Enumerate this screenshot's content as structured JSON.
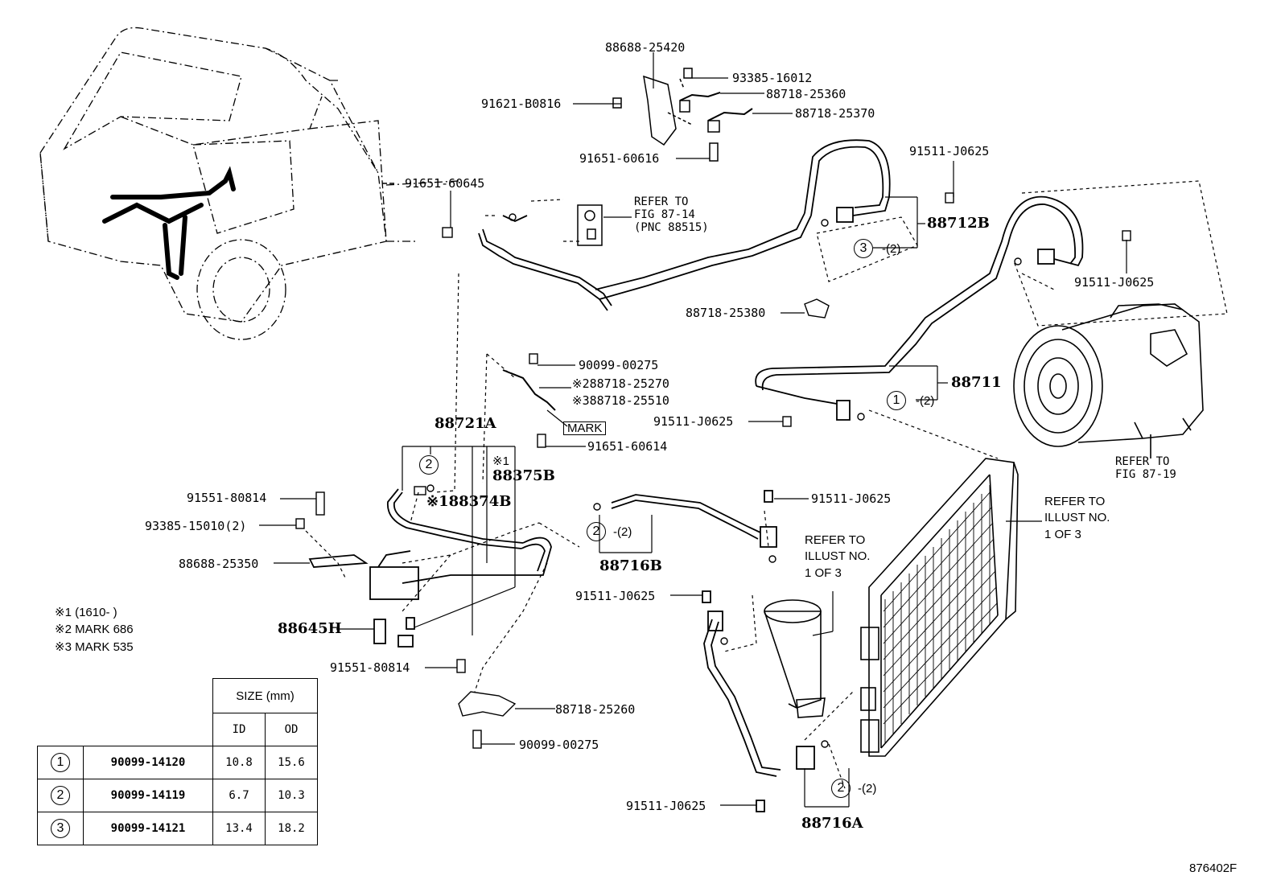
{
  "labels": {
    "p88688_25420": "88688-25420",
    "p93385_16012": "93385-16012",
    "p91621_b0816": "91621-B0816",
    "p88718_25360": "88718-25360",
    "p88718_25370": "88718-25370",
    "p91651_60616": "91651-60616",
    "p91511_j0625_a": "91511-J0625",
    "p91651_60645": "91651-60645",
    "refer_87_14": [
      "REFER TO",
      "FIG 87-14",
      "(PNC 88515)"
    ],
    "p88712b": "88712B",
    "circ3": "3",
    "qty2_a": "-(2)",
    "p91511_j0625_b": "91511-J0625",
    "p88718_25380": "88718-25380",
    "p90099_00275_a": "90099-00275",
    "p88718_25270": "※288718-25270",
    "p88718_25510": "※388718-25510",
    "mark": "MARK",
    "p88711": "88711",
    "circ1": "1",
    "qty2_b": "-(2)",
    "p91511_j0625_c": "91511-J0625",
    "p91651_60614": "91651-60614",
    "p88721a": "88721A",
    "circ2_a": "2",
    "star1": "※1",
    "p88375b": "88375B",
    "refer_87_19": [
      "REFER TO",
      "FIG 87-19"
    ],
    "p91551_80814_a": "91551-80814",
    "p88374b": "※188374B",
    "p93385_15010": "93385-15010(2)",
    "p91511_j0625_d": "91511-J0625",
    "refer_illust_a": [
      "REFER TO",
      "ILLUST NO.",
      "1 OF 3"
    ],
    "circ2_b": "2",
    "qty2_c": "-(2)",
    "p88688_25350": "88688-25350",
    "refer_illust_b": [
      "REFER TO",
      "ILLUST NO.",
      "1 OF 3"
    ],
    "p88716b": "88716B",
    "p91511_j0625_e": "91511-J0625",
    "p88645h": "88645H",
    "p91551_80814_b": "91551-80814",
    "p88718_25260": "88718-25260",
    "p90099_00275_b": "90099-00275",
    "circ2_c": "2",
    "qty2_d": "-(2)",
    "p91511_j0625_f": "91511-J0625",
    "p88716a": "88716A",
    "fig_number": "876402F"
  },
  "notes": [
    "※1 (1610-      )",
    "※2 MARK 686",
    "※3 MARK 535"
  ],
  "size_table": {
    "header": "SIZE (mm)",
    "col_id": "ID",
    "col_od": "OD",
    "rows": [
      {
        "index": "1",
        "part": "90099-14120",
        "id": "10.8",
        "od": "15.6"
      },
      {
        "index": "2",
        "part": "90099-14119",
        "id": "6.7",
        "od": "10.3"
      },
      {
        "index": "3",
        "part": "90099-14121",
        "id": "13.4",
        "od": "18.2"
      }
    ]
  }
}
